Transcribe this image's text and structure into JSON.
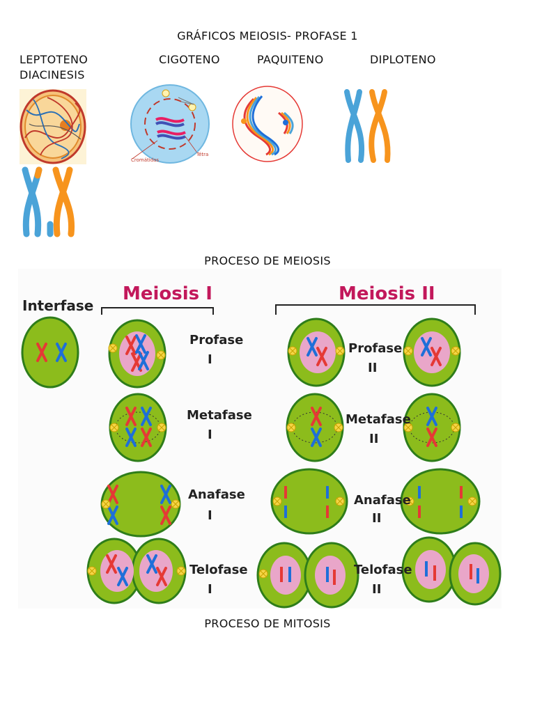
{
  "doc": {
    "title": "GRÁFICOS MEIOSIS- PROFASE 1",
    "stages": [
      "LEPTOTENO",
      "CIGOTENO",
      "PAQUITENO",
      "DIPLOTENO",
      "DIACINESIS"
    ],
    "section_meiosis": "PROCESO DE MEIOSIS",
    "section_mitosis": "PROCESO DE MITOSIS"
  },
  "cigoteno_labels": {
    "left": "Cromátidas",
    "right": "Tétra"
  },
  "meiosis_diagram": {
    "interfase": "Interfase",
    "meiosis1": "Meiosis I",
    "meiosis2": "Meiosis II",
    "phases1": [
      {
        "name": "Profase",
        "num": "I"
      },
      {
        "name": "Metafase",
        "num": "I"
      },
      {
        "name": "Anafase",
        "num": "I"
      },
      {
        "name": "Telofase",
        "num": "I"
      }
    ],
    "phases2": [
      {
        "name": "Profase",
        "num": "II"
      },
      {
        "name": "Metafase",
        "num": "II"
      },
      {
        "name": "Anafase",
        "num": "II"
      },
      {
        "name": "Telofase",
        "num": "II"
      }
    ]
  },
  "colors": {
    "cell_green": "#8cbc1c",
    "cell_border": "#2e7d1a",
    "nucleus_pink": "#e9a6c9",
    "chrom_red": "#e53935",
    "chrom_blue": "#1e6fd9",
    "chrom_sky": "#4aa3d8",
    "chrom_orange": "#f7941d",
    "title_pink": "#c2185b"
  }
}
